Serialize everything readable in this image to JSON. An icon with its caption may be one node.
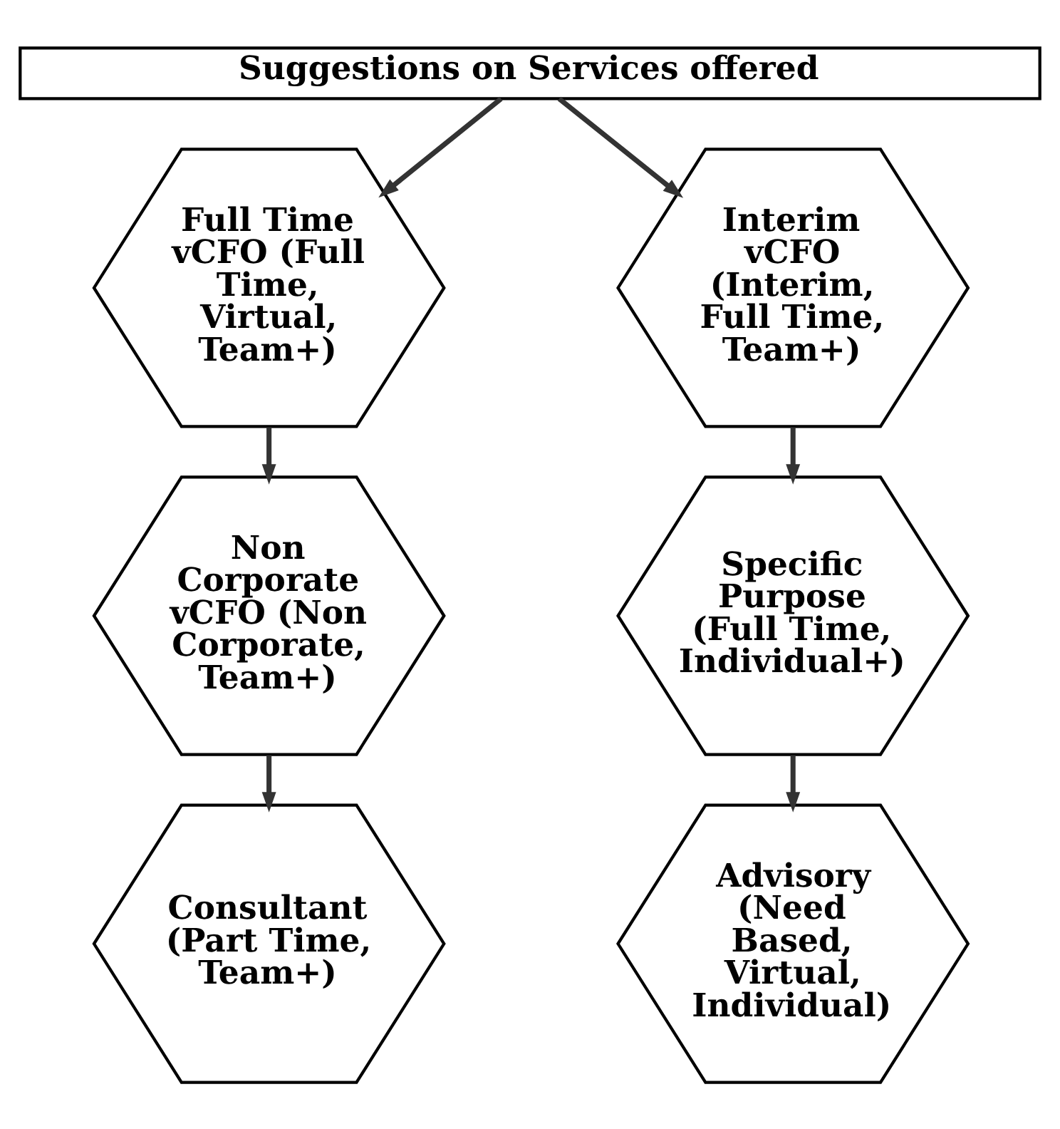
{
  "diagram": {
    "nodes": [
      {
        "text": [
          "Suggestions on Services offered"
        ]
      },
      {
        "text": [
          "Full Time vCFO (Full Time, Virtual, Team+)"
        ]
      },
      {
        "text": [
          "Interim vCFO (Interim, Full Time, Team+)"
        ]
      },
      {
        "text": [
          "Non Corporate vCFO (Non Corporate, Team+)"
        ]
      },
      {
        "text": [
          "Specific Purpose (Full Time, Individual+)"
        ]
      },
      {
        "text": [
          "Consultant (Part Time, Team+)"
        ]
      },
      {
        "text": [
          "Advisory (Need Based, Virtual, Individual)"
        ]
      }
    ],
    "edges": [
      {
        "from": 0,
        "to": 1,
        "arrow": "to"
      },
      {
        "from": 0,
        "to": 2,
        "arrow": "to"
      },
      {
        "from": 1,
        "to": 3,
        "arrow": "to"
      },
      {
        "from": 2,
        "to": 4,
        "arrow": "to"
      },
      {
        "from": 3,
        "to": 5,
        "arrow": "to"
      },
      {
        "from": 4,
        "to": 6,
        "arrow": "to"
      }
    ]
  }
}
